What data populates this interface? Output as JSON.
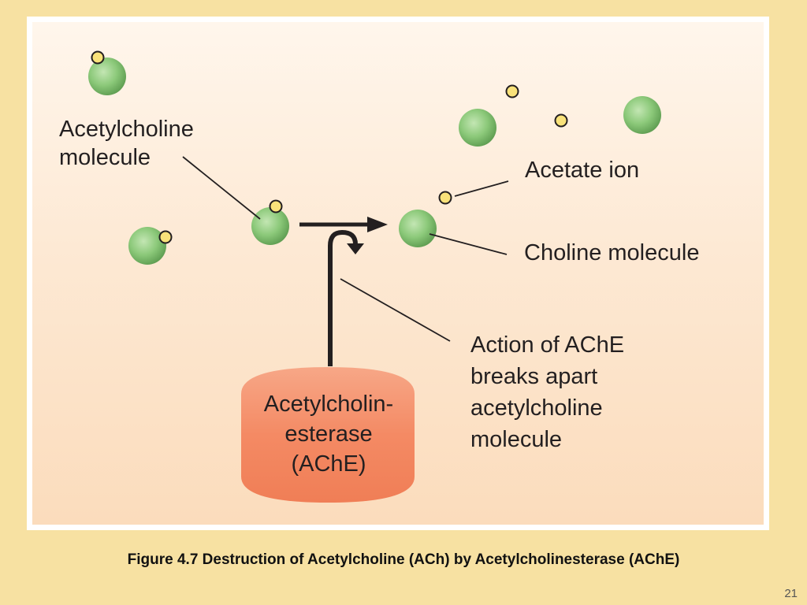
{
  "labels": {
    "acetylcholine_molecule": "Acetylcholine\nmolecule",
    "acetate_ion": "Acetate ion",
    "choline_molecule": "Choline molecule",
    "action": "Action of AChE\nbreaks apart\nacetylcholine\nmolecule",
    "enzyme": "Acetylcholin-\nesterase\n(AChE)"
  },
  "caption": "Figure 4.7  Destruction of Acetylcholine (ACh) by Acetylcholinesterase (AChE)",
  "slide_number": "21",
  "colors": {
    "background": "#f7e1a2",
    "molecule_green": "#86c473",
    "ion_yellow": "#f9e27a",
    "enzyme_orange": "#f48a64",
    "line": "#231f20"
  }
}
